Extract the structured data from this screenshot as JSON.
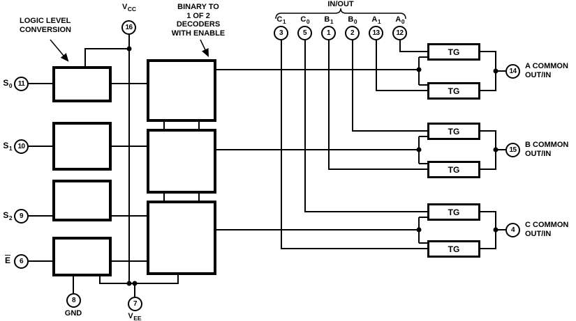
{
  "labels": {
    "logic_level_conversion": "LOGIC LEVEL\nCONVERSION",
    "decoder": "BINARY TO\n1 OF 2\nDECODERS\nWITH ENABLE",
    "in_out": "IN/OUT",
    "tg": "TG",
    "gnd": "GND"
  },
  "pins": {
    "vcc": {
      "base": "V",
      "sub": "CC",
      "number": "16"
    },
    "vee": {
      "base": "V",
      "sub": "EE",
      "number": "7"
    },
    "gnd": {
      "number": "8"
    },
    "s0": {
      "base": "S",
      "sub": "0",
      "number": "11"
    },
    "s1": {
      "base": "S",
      "sub": "1",
      "number": "10"
    },
    "s2": {
      "base": "S",
      "sub": "2",
      "number": "9"
    },
    "enable": {
      "base": "E",
      "number": "6"
    },
    "c1": {
      "base": "C",
      "sub": "1",
      "number": "3"
    },
    "c0": {
      "base": "C",
      "sub": "0",
      "number": "5"
    },
    "b1": {
      "base": "B",
      "sub": "1",
      "number": "1"
    },
    "b0": {
      "base": "B",
      "sub": "0",
      "number": "2"
    },
    "a1": {
      "base": "A",
      "sub": "1",
      "number": "13"
    },
    "a0": {
      "base": "A",
      "sub": "0",
      "number": "12"
    },
    "a_common": {
      "number": "14",
      "label": "A COMMON\nOUT/IN"
    },
    "b_common": {
      "number": "15",
      "label": "B COMMON\nOUT/IN"
    },
    "c_common": {
      "number": "4",
      "label": "C COMMON\nOUT/IN"
    }
  }
}
